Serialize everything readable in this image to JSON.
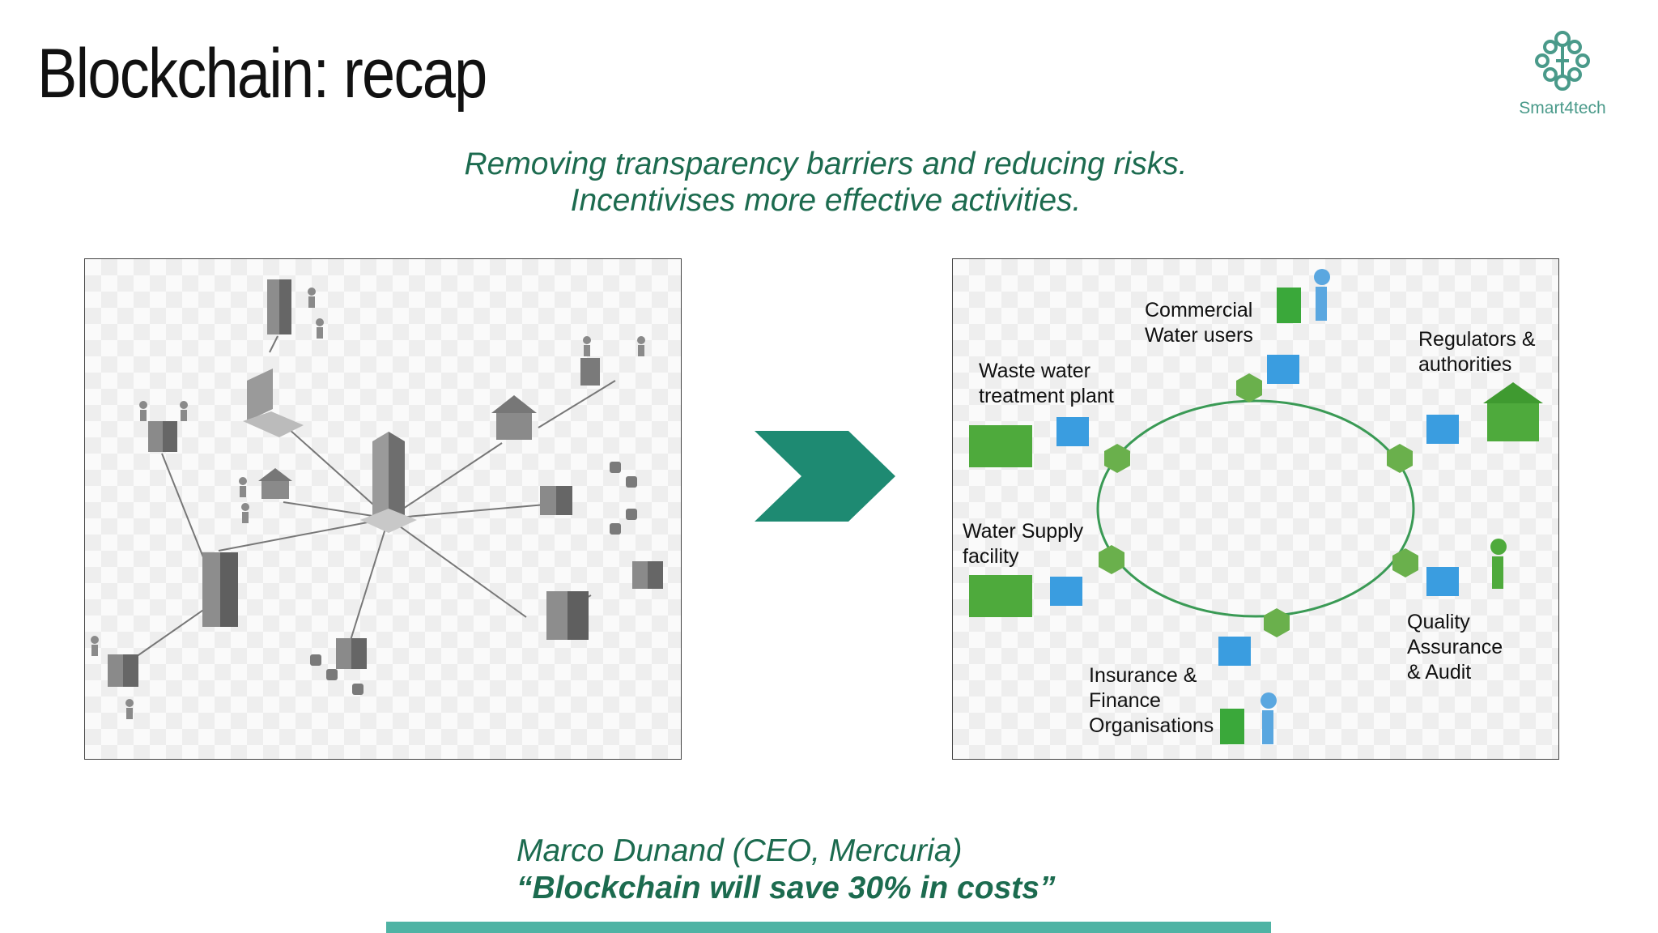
{
  "slide": {
    "title": "Blockchain: recap",
    "logo_text": "Smart4tech",
    "subtitle_line1": "Removing transparency barriers and reducing risks.",
    "subtitle_line2": "Incentivises more effective activities.",
    "quote_author": "Marco Dunand (CEO, Mercuria)",
    "quote_text": "“Blockchain will save 30% in costs”"
  },
  "network_labels": {
    "commercial": "Commercial\nWater users",
    "regulators": "Regulators &\nauthorities",
    "waste": "Waste water\ntreatment plant",
    "water_supply": "Water Supply\nfacility",
    "quality": "Quality\nAssurance\n& Audit",
    "insurance": "Insurance &\nFinance\nOrganisations"
  },
  "colors": {
    "accent_green": "#1c6b4f",
    "arrow_teal": "#1e8a72",
    "bar_teal": "#4fb3a4",
    "node_green": "#6ab04c",
    "cube_blue": "#3a9de0"
  },
  "icons": [
    "logo-icon",
    "chevron-right-icon",
    "building-icon",
    "cube-icon",
    "person-icon",
    "document-icon"
  ]
}
